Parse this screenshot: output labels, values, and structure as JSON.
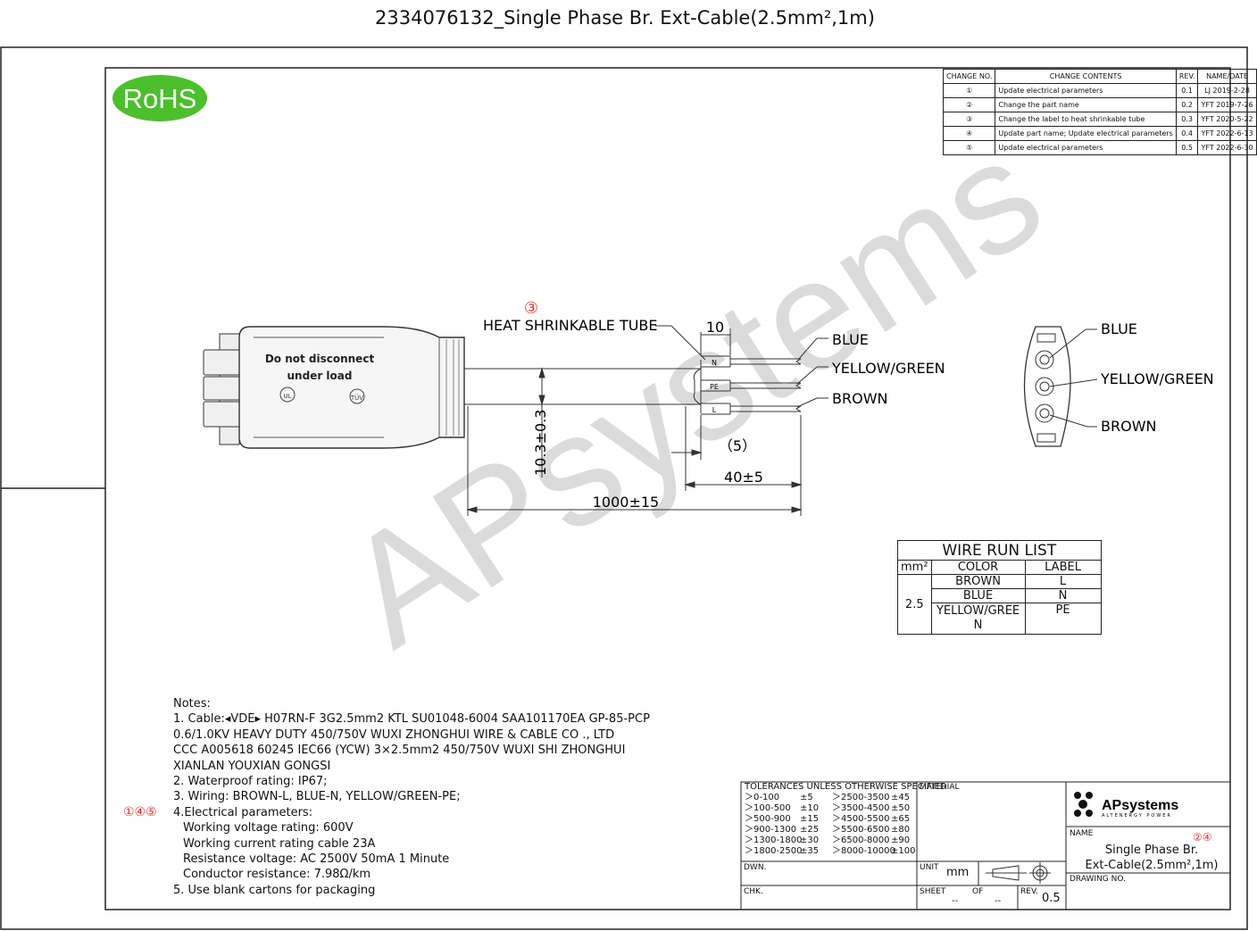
{
  "page_title": "2334076132_Single Phase Br. Ext-Cable(2.5mm²,1m)",
  "logo_rohs": "RoHS",
  "watermark": "APsystems",
  "change_table": {
    "headers": [
      "CHANGE NO.",
      "CHANGE CONTENTS",
      "REV.",
      "NAME/DATE"
    ],
    "rows": [
      {
        "no": "①",
        "content": "Update electrical parameters",
        "rev": "0.1",
        "date": "LJ 2019-2-28"
      },
      {
        "no": "②",
        "content": "Change the part name",
        "rev": "0.2",
        "date": "YFT 2019-7-26"
      },
      {
        "no": "③",
        "content": "Change the label to heat shrinkable tube",
        "rev": "0.3",
        "date": "YFT 2020-5-22"
      },
      {
        "no": "④",
        "content": "Update part name; Update electrical parameters",
        "rev": "0.4",
        "date": "YFT 2022-6-13"
      },
      {
        "no": "⑤",
        "content": "Update electrical parameters",
        "rev": "0.5",
        "date": "YFT 2022-6-30"
      }
    ]
  },
  "drawing": {
    "connector_text_1": "Do not disconnect",
    "connector_text_2": "under load",
    "change_marker": "③",
    "tube_label": "HEAT SHRINKABLE TUBE",
    "dim_10": "10",
    "dim_5": "（5）",
    "dim_40": "40±5",
    "dim_1000": "1000±15",
    "dim_dia": "10.3±0.3",
    "tag_n": "N",
    "tag_pe": "PE",
    "tag_l": "L",
    "wire_blue": "BLUE",
    "wire_yg": "YELLOW/GREEN",
    "wire_brown": "BROWN",
    "pin_blue": "BLUE",
    "pin_yg": "YELLOW/GREEN",
    "pin_brown": "BROWN"
  },
  "wire_run_list": {
    "title": "WIRE RUN LIST",
    "headers": [
      "mm²",
      "COLOR",
      "LABEL"
    ],
    "size": "2.5",
    "rows": [
      {
        "color": "BROWN",
        "label": "L"
      },
      {
        "color": "BLUE",
        "label": "N"
      },
      {
        "color": "YELLOW/GREE N",
        "label": "PE"
      }
    ]
  },
  "notes": {
    "heading": "Notes:",
    "lines": [
      "1. Cable:◂VDE▸ H07RN-F 3G2.5mm2  KTL SU01048-6004 SAA101170EA GP-85-PCP",
      "0.6/1.0KV  HEAVY DUTY 450/750V WUXI ZHONGHUI WIRE & CABLE CO ., LTD",
      "CCC A005618 60245 IEC66 (YCW) 3×2.5mm2  450/750V WUXI SHI ZHONGHUI",
      "XIANLAN YOUXIAN GONGSI",
      "2. Waterproof rating: IP67;",
      "3. Wiring: BROWN-L, BLUE-N, YELLOW/GREEN-PE;",
      "4.Electrical parameters:",
      "   Working voltage rating: 600V",
      "   Working current rating cable 23A",
      "   Resistance voltage: AC 2500V 50mA 1 Minute",
      "   Conductor resistance: 7.98Ω/km",
      "5. Use blank cartons for packaging"
    ],
    "marker_145": "①④⑤"
  },
  "title_block": {
    "tolerance_heading": "TOLERANCES UNLESS OTHERWISE SPECIFIED",
    "tolerances": [
      [
        "＞0-100",
        "±5",
        "＞2500-3500",
        "±45"
      ],
      [
        "＞100-500",
        "±10",
        "＞3500-4500",
        "±50"
      ],
      [
        "＞500-900",
        "±15",
        "＞4500-5500",
        "±65"
      ],
      [
        "＞900-1300",
        "±25",
        "＞5500-6500",
        "±80"
      ],
      [
        "＞1300-1800",
        "±30",
        "＞6500-8000",
        "±90"
      ],
      [
        "＞1800-2500",
        "±35",
        "＞8000-10000",
        "±100"
      ]
    ],
    "material": "MATERIAL",
    "dwn": "DWN.",
    "chk": "CHK.",
    "unit": "UNIT",
    "unit_value": "mm",
    "sheet": "SHEET",
    "of": "OF",
    "sheet_value": "--",
    "of_value": "--",
    "rev": "REV.",
    "rev_value": "0.5",
    "company": "APsystems",
    "company_sub": "ALTENERGY POWER",
    "name": "NAME",
    "name_marker": "②④",
    "name_value_1": "Single Phase Br.",
    "name_value_2": "Ext-Cable(2.5mm²,1m)",
    "drawing_no": "DRAWING NO."
  }
}
